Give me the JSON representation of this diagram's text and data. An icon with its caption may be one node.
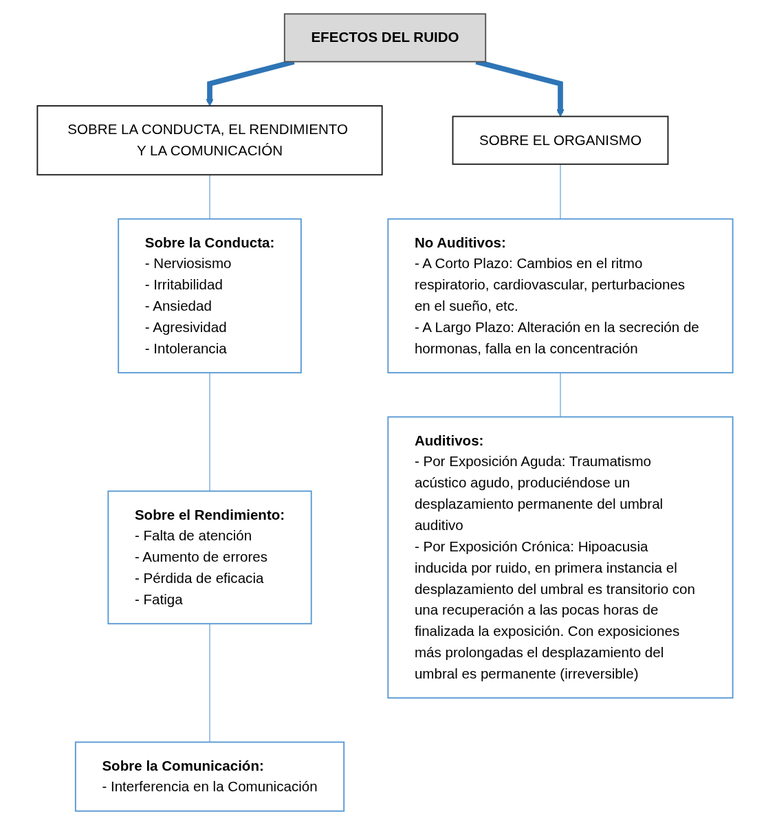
{
  "diagram": {
    "nodes": [
      {
        "text": [
          "EFECTOS DEL RUIDO"
        ]
      },
      {
        "text": [
          "SOBRE LA CONDUCTA, EL RENDIMIENTO Y LA COMUNICACIÓN"
        ]
      },
      {
        "text": [
          "SOBRE EL ORGANISMO"
        ]
      },
      {
        "text": [
          "Sobre la Conducta:",
          "- Nerviosismo",
          "- Irritabilidad",
          "- Ansiedad",
          "- Agresividad",
          "- Intolerancia"
        ]
      },
      {
        "text": [
          "Sobre el Rendimiento:",
          "- Falta de atención",
          "- Aumento de errores",
          "- Pérdida de eficacia",
          "- Fatiga"
        ]
      },
      {
        "text": [
          "Sobre la Comunicación:",
          "- Interferencia en la Comunicación"
        ]
      },
      {
        "text": [
          "No Auditivos:",
          "- A Corto Plazo: Cambios en el ritmo respiratorio, cardiovascular, perturbaciones en el sueño, etc.",
          "- A Largo Plazo: Alteración en la secreción de hormonas, falla en la concentración"
        ]
      },
      {
        "text": [
          "Auditivos:",
          "- Por Exposición Aguda: Traumatismo acústico agudo, produciéndose un desplazamiento permanente del umbral auditivo",
          "- Por Exposición Crónica: Hipoacusia inducida por ruido, en primera instancia el desplazamiento del umbral es transitorio con una recuperación a las pocas horas de finalizada la exposición. Con exposiciones más prolongadas el desplazamiento del umbral es permanente (irreversible)"
        ]
      }
    ],
    "edges": [
      {
        "from": 0,
        "to": 1,
        "arrow": "to",
        "style": "thick",
        "color": "#2e75b6"
      },
      {
        "from": 0,
        "to": 2,
        "arrow": "to",
        "style": "thick",
        "color": "#2e75b6"
      },
      {
        "from": 1,
        "to": 3,
        "arrow": "none"
      },
      {
        "from": 3,
        "to": 4,
        "arrow": "none"
      },
      {
        "from": 4,
        "to": 5,
        "arrow": "none"
      },
      {
        "from": 2,
        "to": 6,
        "arrow": "none"
      },
      {
        "from": 6,
        "to": 7,
        "arrow": "none"
      }
    ]
  }
}
